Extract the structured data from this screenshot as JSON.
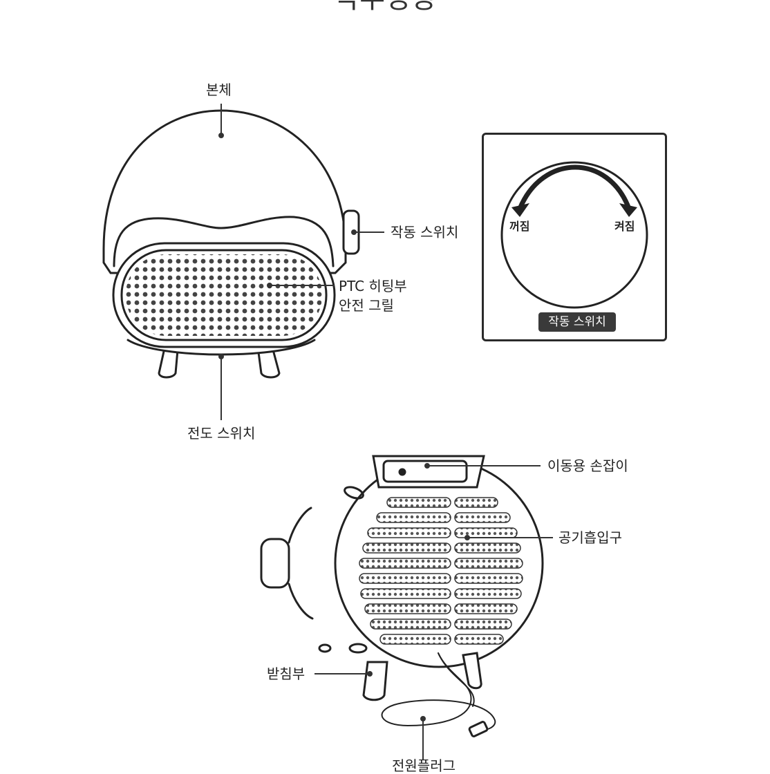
{
  "title": "각부명칭",
  "front": {
    "body_label": "본체",
    "switch_label": "작동 스위치",
    "grill_label_line1": "PTC 히팅부",
    "grill_label_line2": "안전 그릴",
    "tip_switch_label": "전도 스위치"
  },
  "dial": {
    "off_label": "꺼짐",
    "on_label": "켜짐",
    "badge_label": "작동 스위치"
  },
  "back": {
    "handle_label": "이동용 손잡이",
    "intake_label": "공기흡입구",
    "stand_label": "받침부",
    "plug_label": "전원플러그"
  }
}
